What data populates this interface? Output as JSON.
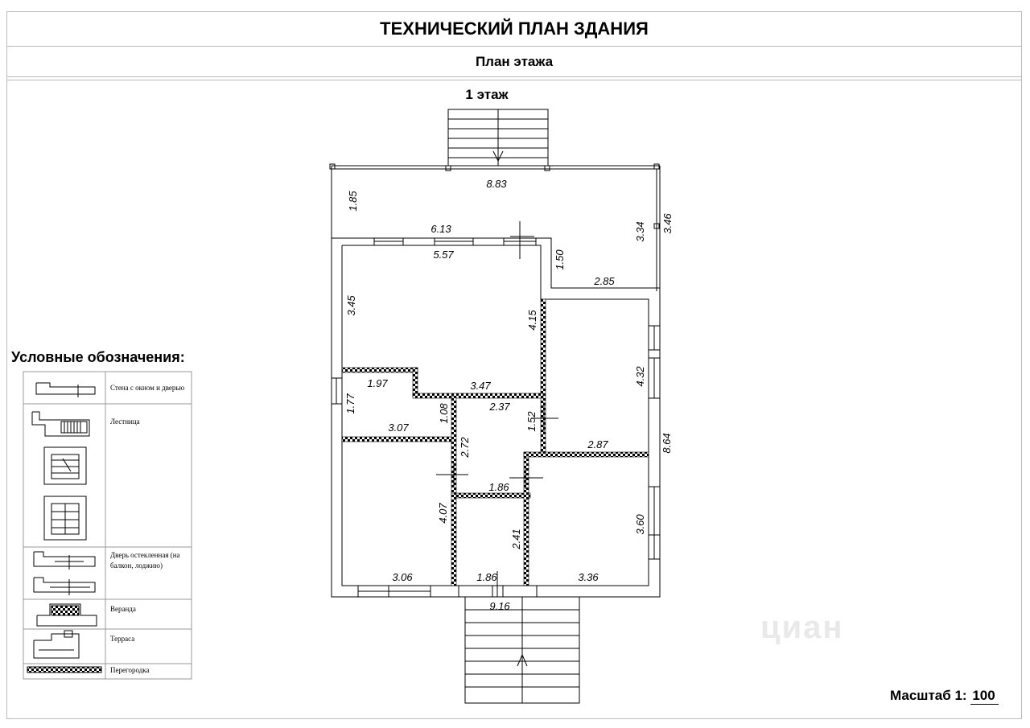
{
  "header": {
    "title": "ТЕХНИЧЕСКИЙ ПЛАН ЗДАНИЯ",
    "subtitle": "План этажа"
  },
  "plan": {
    "floor_label": "1 этаж",
    "dims": {
      "top_width": "8.83",
      "left_porch_depth": "1.85",
      "inner_top_width": "6.13",
      "room1_width": "5.57",
      "notch_depth": "1.50",
      "notch_width": "2.85",
      "right_inner": "3.34",
      "right_outer": "3.46",
      "room1_height": "3.45",
      "room1_right_height": "4.15",
      "room2_height": "4.32",
      "hall_left_width": "1.97",
      "hall_right_width": "3.47",
      "left_small_height": "1.77",
      "corridor_a": "1.08",
      "corridor_width": "2.37",
      "corridor_height": "1.52",
      "room_left_width": "3.07",
      "corridor_v": "2.72",
      "room_right_mid_width": "2.87",
      "total_height": "8.64",
      "bath_width": "1.86",
      "room_bl_height": "4.07",
      "bath_height": "2.41",
      "room_br_height": "3.60",
      "room_bl_width": "3.06",
      "bath_bottom_width": "1.86",
      "room_br_width": "3.36",
      "total_width": "9.16"
    }
  },
  "legend": {
    "title": "Условные обозначения:",
    "items": [
      "Стена с окном и дверью",
      "Лестница",
      "Дверь остекленная (на",
      "балкон, лоджию)",
      "Веранда",
      "Терраса",
      "Перегородка"
    ]
  },
  "footer": {
    "scale_label": "Масштаб 1:",
    "scale_value": "100"
  },
  "watermark": "циан"
}
